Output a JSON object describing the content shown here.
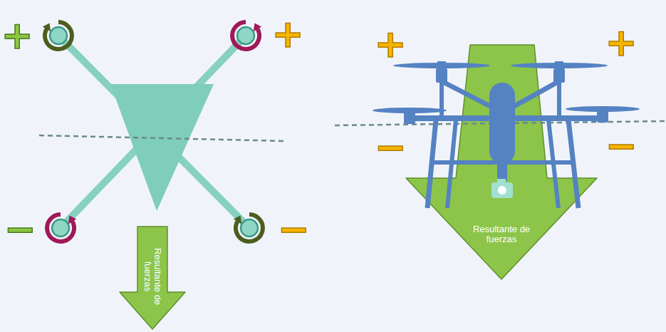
{
  "diagram": {
    "nodes": [
      {
        "text": [
          "Resultante de fuerzas"
        ]
      },
      {
        "text": [
          "Resultante de fuerzas"
        ]
      }
    ],
    "labels": [
      "+",
      "+",
      "+",
      "+",
      "−",
      "−",
      "−",
      "−"
    ]
  }
}
